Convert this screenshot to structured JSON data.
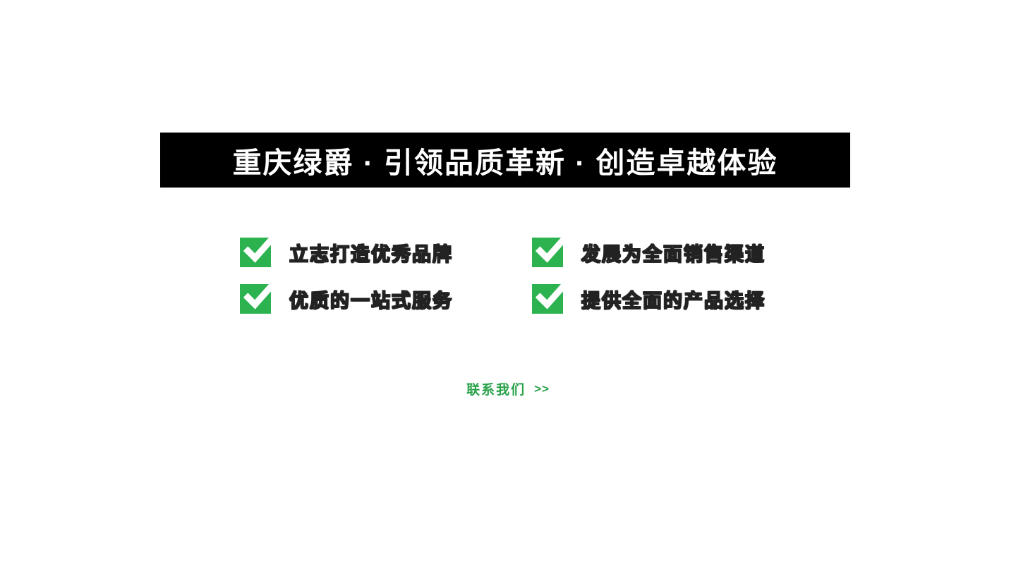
{
  "banner": {
    "title": "重庆绿爵 · 引领品质革新 · 创造卓越体验"
  },
  "features": [
    {
      "label": "立志打造优秀品牌"
    },
    {
      "label": "发展为全面销售渠道"
    },
    {
      "label": "优质的一站式服务"
    },
    {
      "label": "提供全面的产品选择"
    }
  ],
  "contact": {
    "label": "联系我们",
    "arrow": ">>"
  },
  "colors": {
    "banner_bg": "#000000",
    "banner_text": "#ffffff",
    "accent_green": "#2cb34f",
    "link_green": "#2aa24a"
  }
}
